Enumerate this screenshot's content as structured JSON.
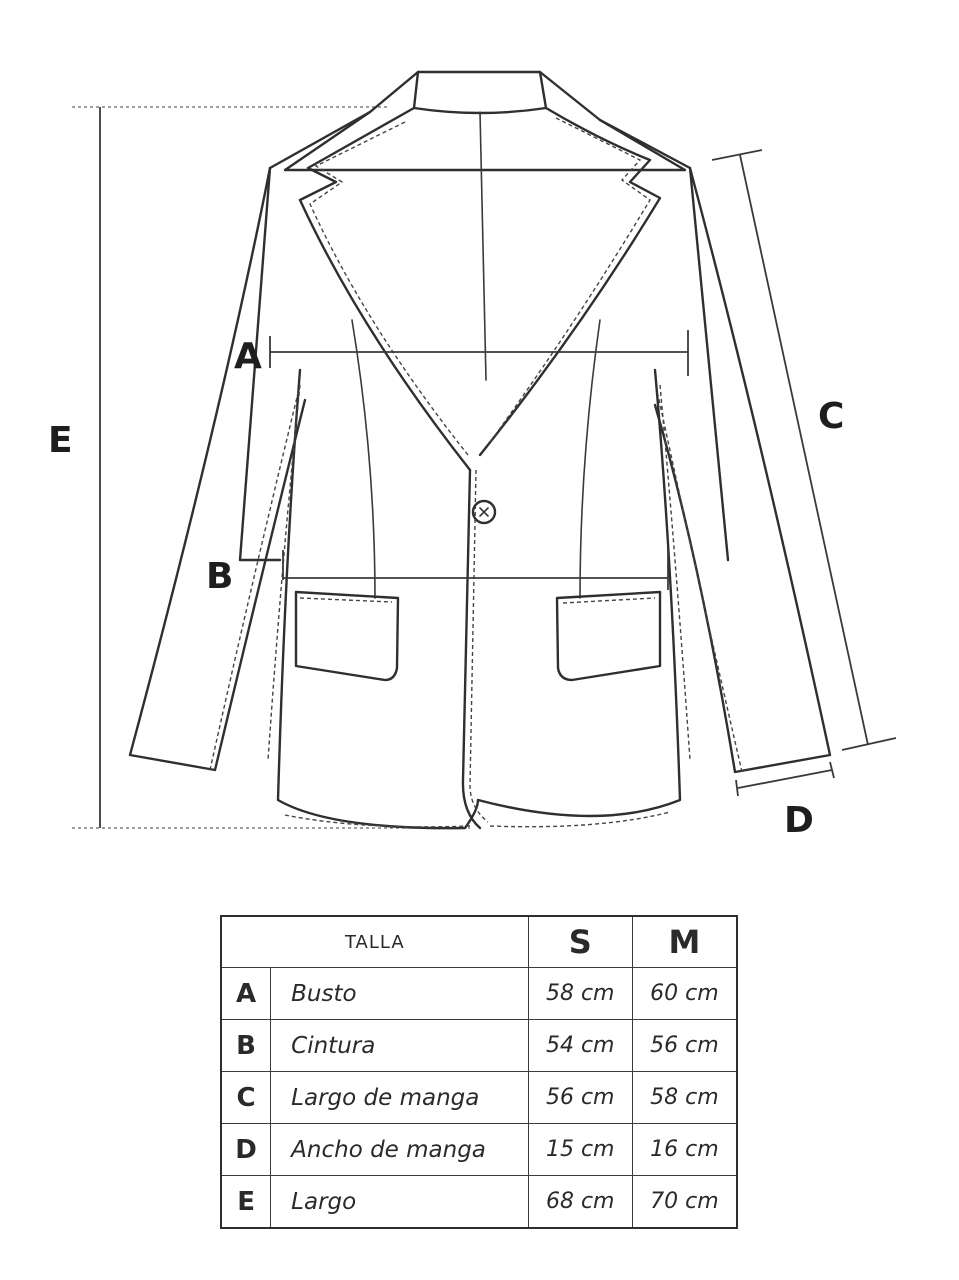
{
  "diagram": {
    "labels": {
      "A": "A",
      "B": "B",
      "C": "C",
      "D": "D",
      "E": "E"
    }
  },
  "table": {
    "header": {
      "title": "TALLA",
      "sizes": [
        "S",
        "M"
      ]
    },
    "rows": [
      {
        "letter": "A",
        "name": "Busto",
        "S": "58 cm",
        "M": "60 cm"
      },
      {
        "letter": "B",
        "name": "Cintura",
        "S": "54 cm",
        "M": "56 cm"
      },
      {
        "letter": "C",
        "name": "Largo de manga",
        "S": "56 cm",
        "M": "58 cm"
      },
      {
        "letter": "D",
        "name": "Ancho de manga",
        "S": "15 cm",
        "M": "16 cm"
      },
      {
        "letter": "E",
        "name": "Largo",
        "S": "68 cm",
        "M": "70 cm"
      }
    ]
  }
}
